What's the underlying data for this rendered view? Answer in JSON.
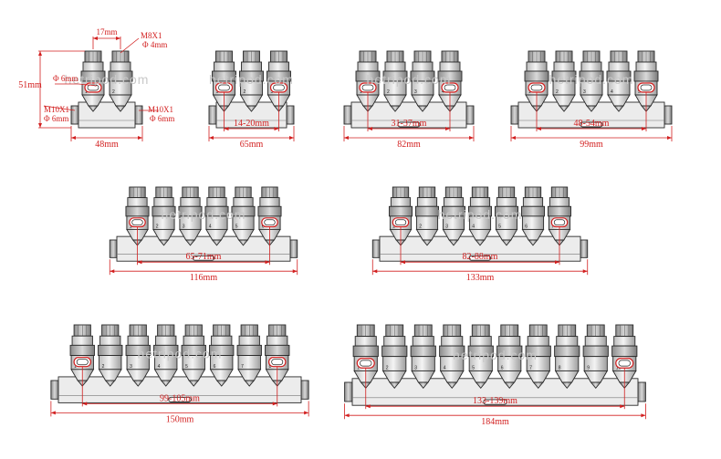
{
  "watermark": "hetripod.com",
  "colors": {
    "dimension": "#d21f1f",
    "outline": "#2a2a2a",
    "watermark": "#c9c9c9"
  },
  "first_unit": {
    "height_label": "51mm",
    "top_pitch_label": "17mm",
    "thread_top": "M8X1",
    "hole_top": "Φ 4mm",
    "center_hole": "Φ 6mm",
    "left_port_thread": "M10X1",
    "left_port_hole": "Φ 6mm",
    "right_port_thread": "M10X1",
    "right_port_hole": "Φ 6mm"
  },
  "units": [
    {
      "outlets": 2,
      "span_label": "",
      "length_label": "48mm"
    },
    {
      "outlets": 3,
      "span_label": "14-20mm",
      "length_label": "65mm"
    },
    {
      "outlets": 4,
      "span_label": "31-37mm",
      "length_label": "82mm"
    },
    {
      "outlets": 5,
      "span_label": "48-54mm",
      "length_label": "99mm"
    },
    {
      "outlets": 6,
      "span_label": "65-71mm",
      "length_label": "116mm"
    },
    {
      "outlets": 7,
      "span_label": "82-88mm",
      "length_label": "133mm"
    },
    {
      "outlets": 8,
      "span_label": "99-105mm",
      "length_label": "150mm"
    },
    {
      "outlets": 10,
      "span_label": "133-139mm",
      "length_label": "184mm"
    }
  ]
}
